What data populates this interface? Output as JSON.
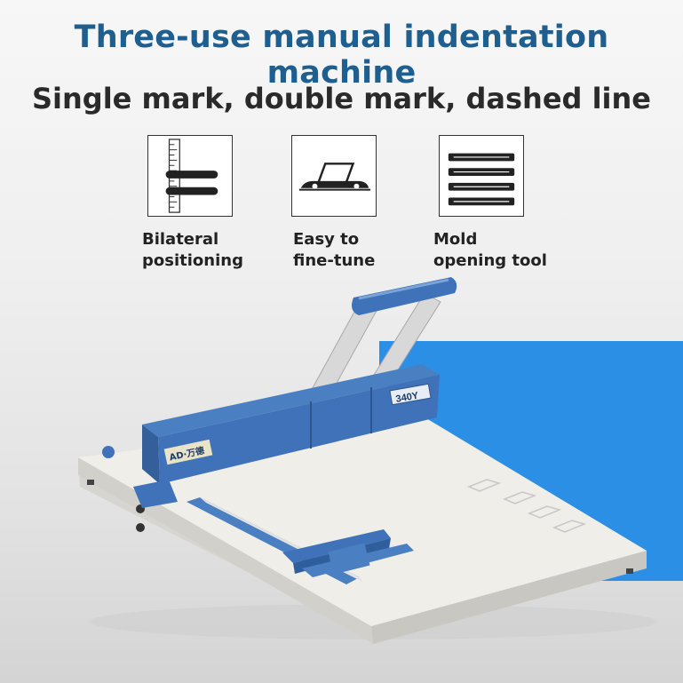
{
  "banner": {
    "title": "Three-use manual indentation machine",
    "subtitle": "Single mark, double mark, dashed line"
  },
  "features": [
    {
      "icon": "ruler-marks-icon",
      "line1": "Bilateral",
      "line2": "positioning"
    },
    {
      "icon": "fine-tune-table-icon",
      "line1": "Easy to",
      "line2": "fine-tune"
    },
    {
      "icon": "mold-bars-icon",
      "line1": "Mold",
      "line2": "opening tool"
    }
  ],
  "product": {
    "model_label": "340Y",
    "brand_plate": "AD·万德"
  },
  "colors": {
    "title": "#1f5f8f",
    "machine_blue": "#3f72b8",
    "background_accent": "#2b8fe6",
    "base": "#efeee9"
  }
}
